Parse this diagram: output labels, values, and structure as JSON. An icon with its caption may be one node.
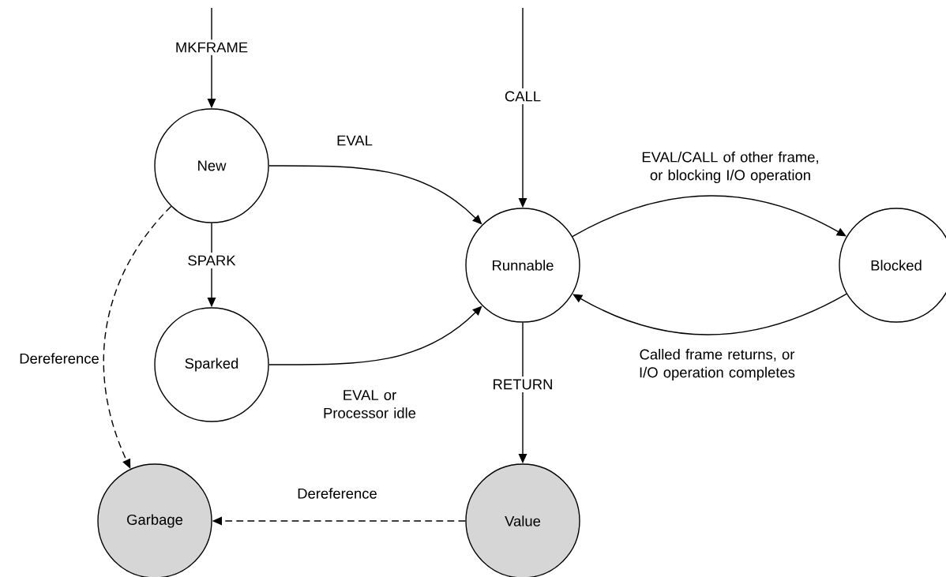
{
  "diagram": {
    "nodes": [
      {
        "text": [
          "New"
        ]
      },
      {
        "text": [
          "Sparked"
        ]
      },
      {
        "text": [
          "Runnable"
        ]
      },
      {
        "text": [
          "Blocked"
        ]
      },
      {
        "text": [
          "Garbage"
        ]
      },
      {
        "text": [
          "Value"
        ]
      }
    ],
    "edges": [
      {
        "from": null,
        "to": 0,
        "arrow": "to",
        "label": "MKFRAME"
      },
      {
        "from": null,
        "to": 2,
        "arrow": "to",
        "label": "CALL"
      },
      {
        "from": 0,
        "to": 2,
        "arrow": "to",
        "label": "EVAL"
      },
      {
        "from": 0,
        "to": 1,
        "arrow": "to",
        "label": "SPARK"
      },
      {
        "from": 1,
        "to": 2,
        "arrow": "to",
        "label": "EVAL or Processor idle"
      },
      {
        "from": 2,
        "to": 3,
        "arrow": "to",
        "label": "EVAL/CALL of other frame, or blocking I/O operation"
      },
      {
        "from": 3,
        "to": 2,
        "arrow": "to",
        "label": "Called frame returns, or I/O operation completes"
      },
      {
        "from": 2,
        "to": 5,
        "arrow": "to",
        "label": "RETURN"
      },
      {
        "from": 0,
        "to": 4,
        "arrow": "to",
        "label": "Dereference",
        "style": "dashed"
      },
      {
        "from": 5,
        "to": 4,
        "arrow": "to",
        "label": "Dereference",
        "style": "dashed"
      }
    ]
  }
}
